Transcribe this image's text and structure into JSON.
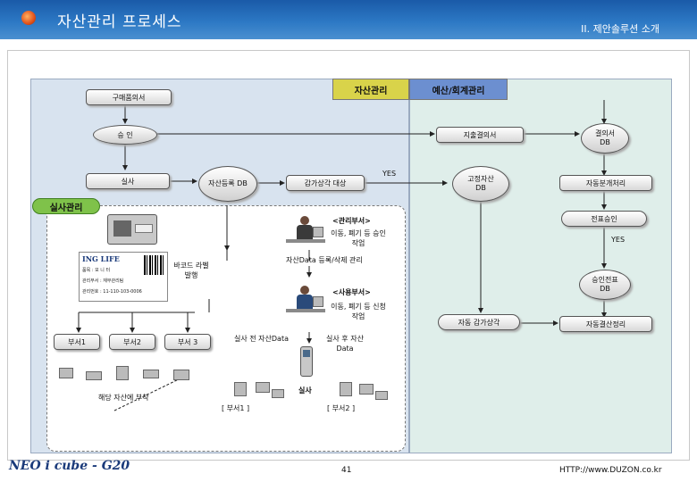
{
  "header": {
    "title": "자산관리 프로세스",
    "subtitle": "II. 제안솔루션 소개"
  },
  "tabs": {
    "asset_mgmt": "자산관리",
    "budget_accounting": "예산/회계관리"
  },
  "nodes": {
    "purchase": "구매품의서",
    "approval": "승 인",
    "inspection": "실사",
    "asset_reg": "자산등록 DB",
    "depreciation_target": "감가상각 대상",
    "yes1": "YES",
    "expense_doc": "지출결의서",
    "resolution_db": "결의서 DB",
    "fixed_asset_db": "고정자산 DB",
    "auto_journal": "자동분개처리",
    "physical_inspection": "실사관리",
    "voucher_approval": "전표승인",
    "yes2": "YES",
    "mgmt_dept": "<관리부서>",
    "mgmt_dept_task": "이동, 폐기 등 승인 작업",
    "barcode_label": "바코드 라벨 발행",
    "asset_data_reg": "자산Data 등록/삭제 관리",
    "approved_voucher_db": "승인전표 DB",
    "user_dept": "<사용부서>",
    "user_dept_task": "이동, 폐기 등 신청 작업",
    "auto_depreciation": "자동 감가상각",
    "auto_settlement": "자동결산정리",
    "dept1": "부서1",
    "dept2": "부서2",
    "dept3": "부서 3",
    "pre_inspection": "실사 전 자산Data",
    "post_inspection": "실사 후 자산 Data",
    "attach_asset": "해당 자산에 부착",
    "dept1_bracket": "[ 부서1 ]",
    "dept2_bracket": "[ 부서2 ]"
  },
  "barcode_card": {
    "brand": "ING LIFE",
    "line1": "품목 : 모 니 터",
    "line2": "관리부서 : 재무관리팀",
    "line3": "관리번호 : 11-110-103-0006"
  },
  "footer": {
    "logo": "NEO i cube - G20",
    "page": "41",
    "url": "HTTP://www.DUZON.co.kr"
  },
  "colors": {
    "header": "#2c78c4",
    "asset_zone": "#d8e3ef",
    "budget_zone": "#dfeeea",
    "tab_asset": "#d9d34a",
    "tab_budget": "#6c8fd0",
    "physical_label": "#7fc24a"
  }
}
